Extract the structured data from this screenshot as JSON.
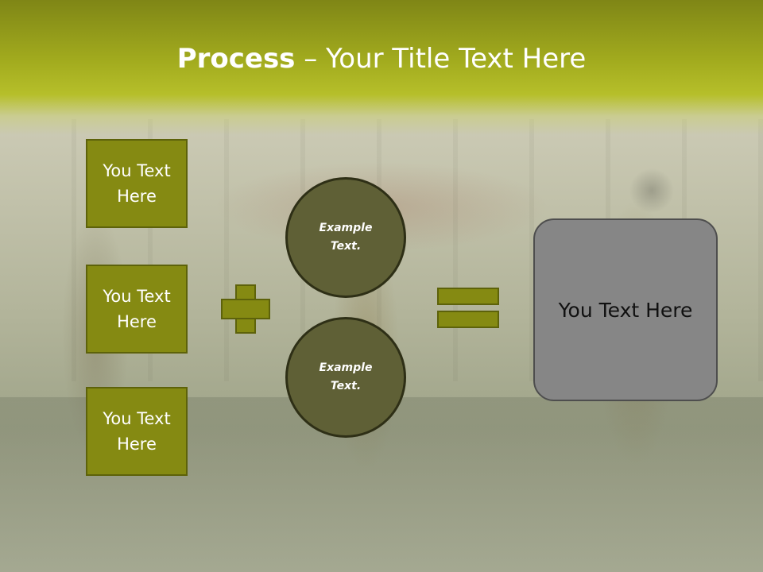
{
  "slide": {
    "title_bold": "Process",
    "title_rest": " – Your Title Text Here",
    "boxes": [
      "You Text Here",
      "You Text Here",
      "You Text Here"
    ],
    "circles": [
      "Example Text.",
      "Example Text."
    ],
    "result": "You Text Here"
  },
  "colors": {
    "header": "#a2ab1e",
    "box_fill": "#858a12",
    "circle_fill": "#5f6036",
    "result_fill": "#868686"
  }
}
